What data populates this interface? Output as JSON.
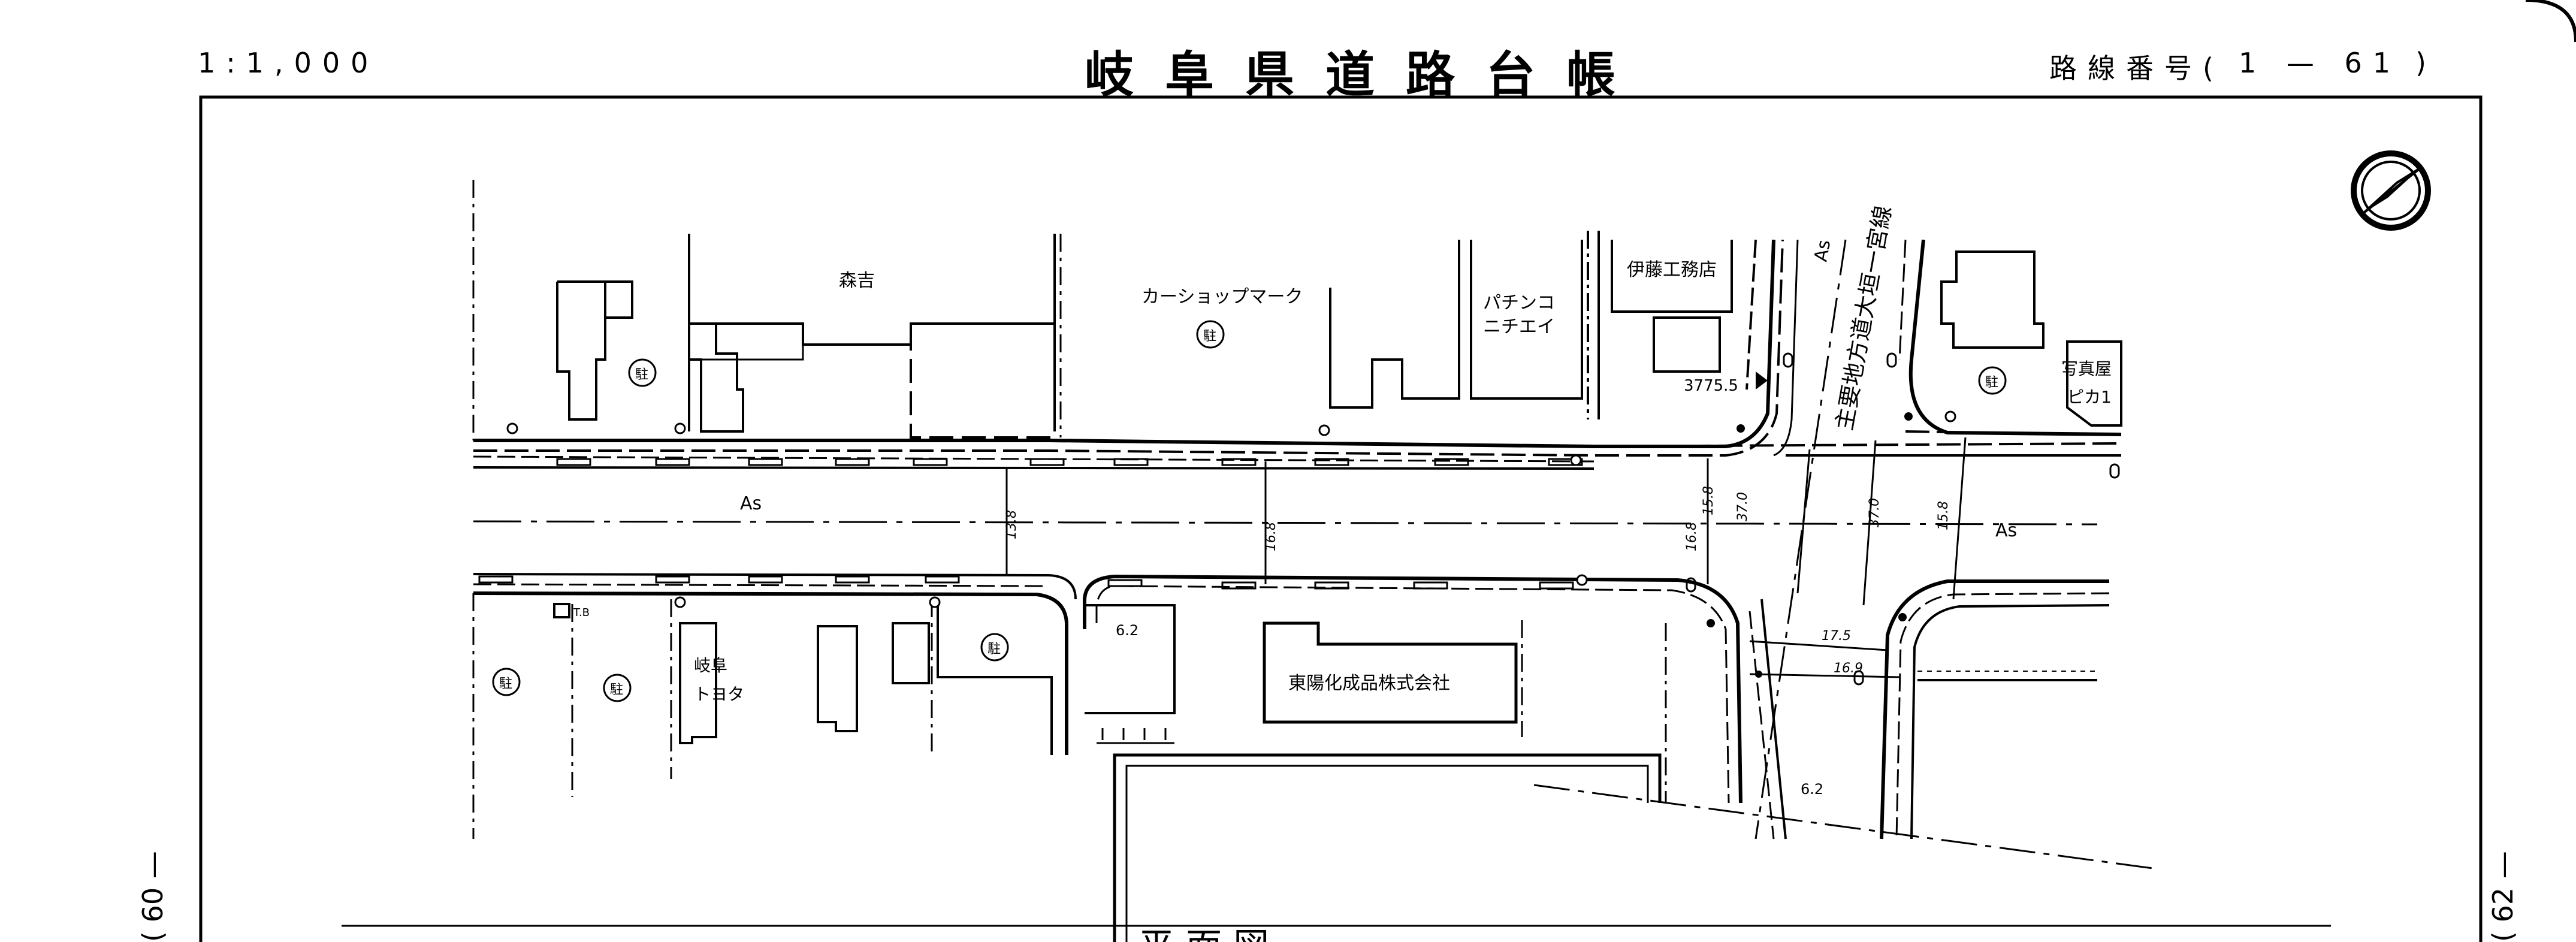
{
  "header": {
    "scale": "1:1,000",
    "title": "岐阜県道路台帳",
    "route_label": "路線番号(",
    "route_number": "1 — 61",
    "route_close": ")"
  },
  "edge_refs": {
    "left": "( 60 —",
    "right": "( 62 —"
  },
  "map_labels": {
    "owner_morikichi": "森吉",
    "car_shop": "カーショップマーク",
    "pachinko_line1": "パチンコ",
    "pachinko_line2": "ニチエイ",
    "ito_koumuten": "伊藤工務店",
    "main_road_name": "主要地方道大垣一宮線",
    "as_top": "As",
    "as_road_left": "As",
    "as_road_right": "As",
    "photo_shop_line1": "写真屋",
    "photo_shop_line2": "ピカ1",
    "elevation_point": "3775.5",
    "tb": "T.B",
    "gifu_toyota_line1": "岐阜",
    "gifu_toyota_line2": "トヨタ",
    "toyo_kasei": "東陽化成品株式会社",
    "spot_6_2_a": "6.2",
    "spot_6_2_b": "6.2",
    "parking": "駐"
  },
  "dimensions": {
    "d13_8": "13.8",
    "d16_8_a": "16.8",
    "d16_8_b": "16.8",
    "d15_8_a": "15.8",
    "d37_0_a": "37.0",
    "d37_0_b": "37.0",
    "d15_8_b": "15.8",
    "d17_5": "17.5",
    "d16_9": "16.9"
  },
  "bottom_caption": "平 面 図"
}
